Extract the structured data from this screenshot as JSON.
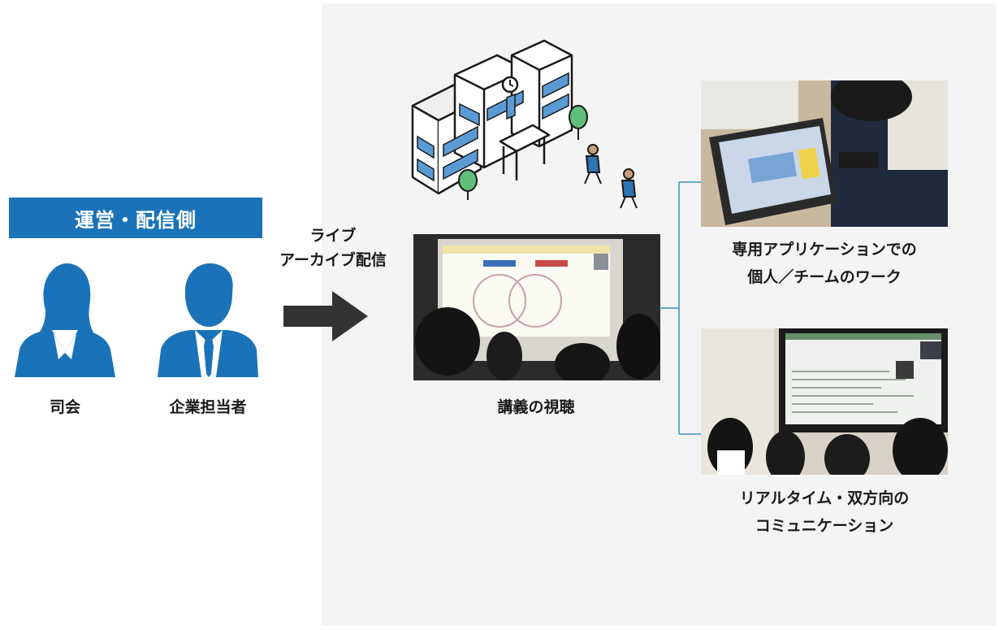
{
  "organizer": {
    "header": "運営・配信側",
    "roles": [
      "司会",
      "企業担当者"
    ]
  },
  "delivery": {
    "line1": "ライブ",
    "line2": "アーカイブ配信"
  },
  "lecture": {
    "caption": "講義の視聴"
  },
  "outcomes": [
    {
      "line1": "専用アプリケーションでの",
      "line2": "個人／チームのワーク"
    },
    {
      "line1": "リアルタイム・双方向の",
      "line2": "コミュニケーション"
    }
  ],
  "colors": {
    "brand_blue": "#1a73b8",
    "panel_bg": "#f4f4f4",
    "arrow": "#333333",
    "connector": "#3a8fc4"
  },
  "icons": [
    "female-host-icon",
    "male-staff-icon",
    "right-arrow-icon",
    "school-building-icon",
    "students-walking-icon"
  ]
}
